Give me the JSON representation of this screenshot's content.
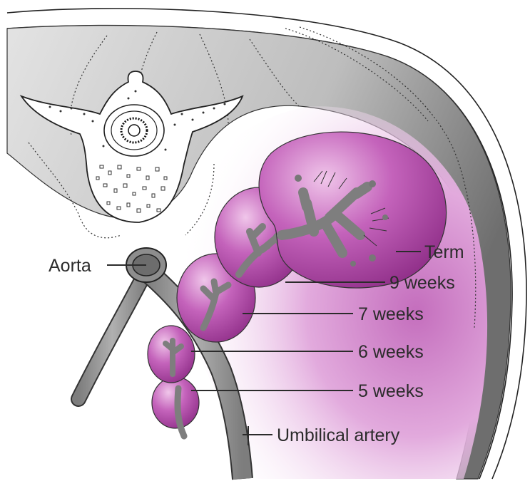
{
  "labels": {
    "aorta": "Aorta",
    "term": "Term",
    "nine_weeks": "9 weeks",
    "seven_weeks": "7 weeks",
    "six_weeks": "6 weeks",
    "five_weeks": "5 weeks",
    "umbilical_artery": "Umbilical artery"
  },
  "colors": {
    "kidney_fill": "#b04ea8",
    "kidney_highlight": "#e6b3df",
    "cavity_tint": "#d58fcf",
    "tissue_gray": "#9a9a9a",
    "vessel_gray": "#8f8f8f",
    "vertebra_fill": "#ffffff",
    "ink": "#222222"
  }
}
